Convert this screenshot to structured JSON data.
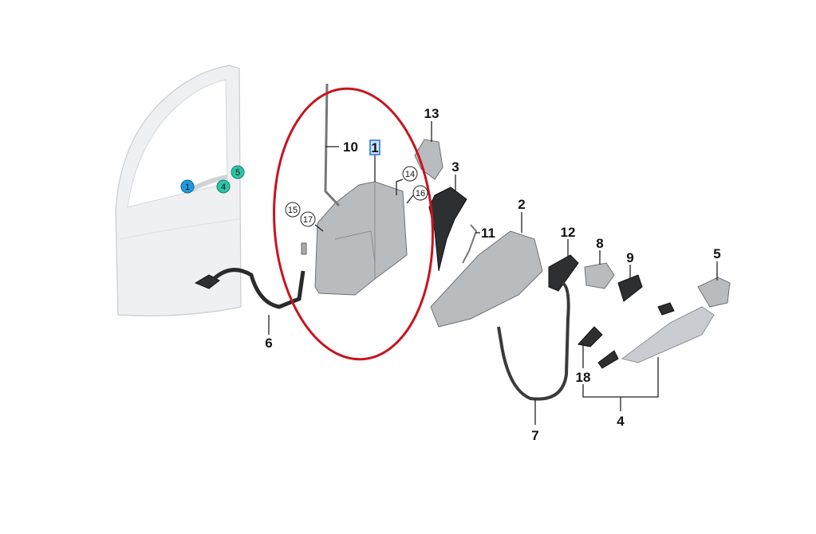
{
  "title": "Door lock and outside handle parts diagram",
  "door_callouts": [
    {
      "label": "1",
      "color": "#1e9be0"
    },
    {
      "label": "4",
      "color": "#2ec4a8"
    },
    {
      "label": "5",
      "color": "#2ec4a8"
    }
  ],
  "highlight": {
    "label": "1",
    "box_color": "#1e6fd9",
    "ellipse_color": "#c8141e"
  },
  "part_labels": {
    "p1": "1",
    "p2": "2",
    "p3": "3",
    "p4": "4",
    "p5": "5",
    "p6": "6",
    "p7": "7",
    "p8": "8",
    "p9": "9",
    "p10": "10",
    "p11": "11",
    "p12": "12",
    "p13": "13",
    "p18": "18"
  },
  "circled_labels": {
    "c14": "14",
    "c15": "15",
    "c16": "16",
    "c17": "17"
  }
}
